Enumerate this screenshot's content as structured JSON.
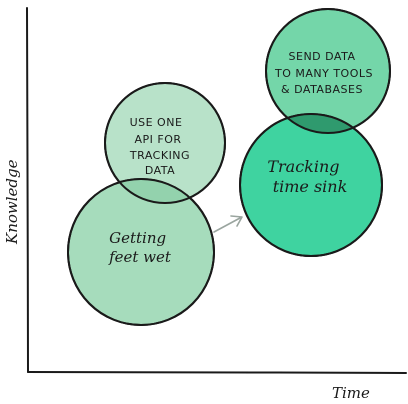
{
  "axes": {
    "x_label": "Time",
    "y_label": "Knowledge"
  },
  "stages": {
    "getting_feet_wet": {
      "lines": [
        "Getting",
        "feet wet"
      ]
    },
    "use_one_api": {
      "lines": [
        "USE ONE",
        "API FOR",
        "TRACKING",
        "DATA"
      ]
    },
    "tracking_time_sink": {
      "lines": [
        "Tracking",
        "time sink"
      ]
    },
    "send_data": {
      "lines": [
        "SEND DATA",
        "TO MANY TOOLS",
        "& DATABASES"
      ]
    }
  },
  "colors": {
    "light_green": "#a6dcbc",
    "pale_green": "#b8e2c9",
    "bright_green": "#3fd3a0",
    "mid_green": "#74d6a9",
    "overlap_dark": "#2f9a6e",
    "stroke": "#1a1a1a",
    "arrow": "#9aa59f"
  }
}
